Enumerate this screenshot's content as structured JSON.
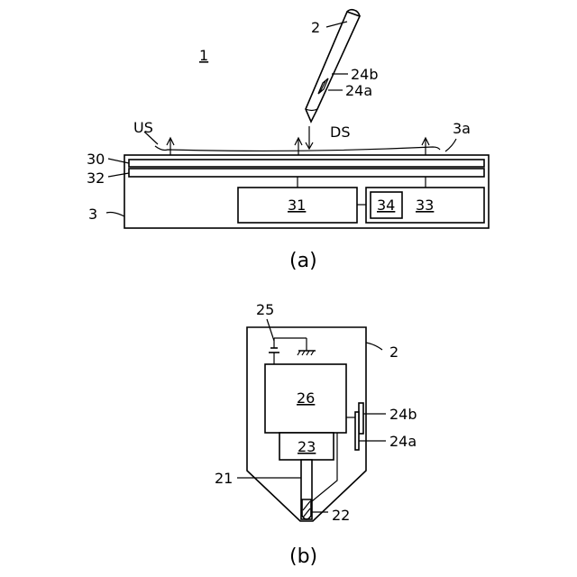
{
  "figure_a": {
    "caption": "(a)",
    "labels": {
      "system": "1",
      "pen": "2",
      "button_b": "24b",
      "button_a": "24a",
      "us": "US",
      "ds": "DS",
      "surface": "3a",
      "layer_30": "30",
      "layer_32": "32",
      "device": "3",
      "block_31": "31",
      "block_33": "33",
      "block_34": "34"
    }
  },
  "figure_b": {
    "caption": "(b)",
    "labels": {
      "battery": "25",
      "pen": "2",
      "block_26": "26",
      "block_23": "23",
      "button_b": "24b",
      "button_a": "24a",
      "shaft": "21",
      "tip": "22"
    }
  }
}
